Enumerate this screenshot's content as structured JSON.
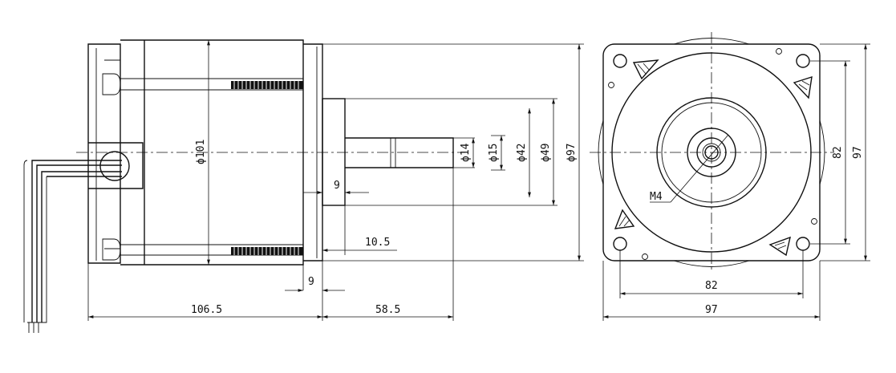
{
  "side_view": {
    "dia_shaft_label": "ϕ14",
    "dia_shaft_step_label": "ϕ15",
    "dia_pilot_label": "ϕ42",
    "dia_flange_inner_label": "ϕ49",
    "dia_flange_label": "ϕ97",
    "dia_body_label": "ϕ101",
    "dim_9_top_label": "9",
    "dim_10_5_label": "10.5",
    "dim_9_bottom_label": "9",
    "dim_body_length_label": "106.5",
    "dim_shaft_length_label": "58.5"
  },
  "front_view": {
    "thread_label": "M4",
    "bolt_pitch_h_label": "82",
    "width_label": "97",
    "bolt_pitch_v_label": "82",
    "height_label": "97"
  }
}
